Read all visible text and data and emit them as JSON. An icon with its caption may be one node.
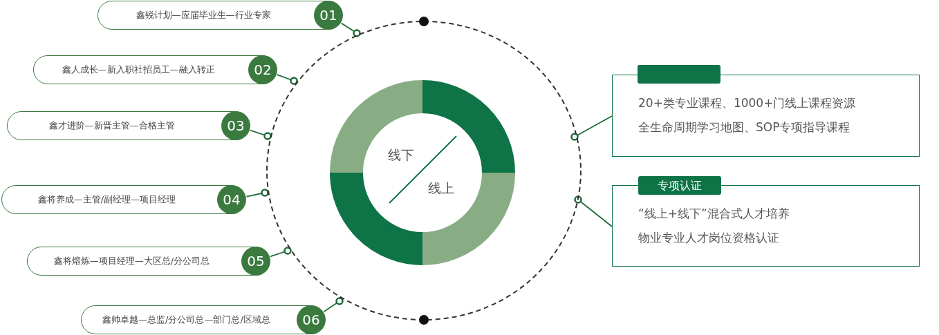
{
  "diagram": {
    "nodes": [
      {
        "text": [],
        "shape": "circle"
      },
      {
        "text": [
          "鑫锐计划—应届毕业生—行业专家",
          "01"
        ]
      },
      {
        "text": [
          "鑫人成长—新入职社招员工—融入转正",
          "02"
        ]
      },
      {
        "text": [
          "鑫才进阶—新晋主管—合格主管",
          "03"
        ]
      },
      {
        "text": [
          "鑫将养成—主管/副经理—项目经理",
          "04"
        ]
      },
      {
        "text": [
          "鑫将熔炼—项目经理—大区总/分公司总",
          "05"
        ]
      },
      {
        "text": [
          "鑫帅卓越—总监/分公司总—部门总/区域总",
          "06"
        ]
      },
      {
        "text": [
          "线下",
          "线上"
        ],
        "in": 0
      },
      {
        "text": [
          "20+类专业课程、1000+门线上课程资源",
          "全生命周期学习地图、SOP专项指导课程"
        ]
      },
      {
        "text": [],
        "shape": "box"
      },
      {
        "text": [
          "专项认证",
          "“线上+线下”混合式人才培养",
          "物业专业人才岗位资格认证"
        ]
      }
    ],
    "edges": [
      {
        "from": 1,
        "to": 0,
        "arrow": "other"
      },
      {
        "from": 2,
        "to": 0,
        "arrow": "other"
      },
      {
        "from": 3,
        "to": 0,
        "arrow": "other"
      },
      {
        "from": 4,
        "to": 0,
        "arrow": "other"
      },
      {
        "from": 5,
        "to": 0,
        "arrow": "other"
      },
      {
        "from": 6,
        "to": 0,
        "arrow": "other"
      },
      {
        "from": 0,
        "to": 8,
        "arrow": "other"
      },
      {
        "from": 0,
        "to": 10,
        "arrow": "other"
      }
    ]
  }
}
